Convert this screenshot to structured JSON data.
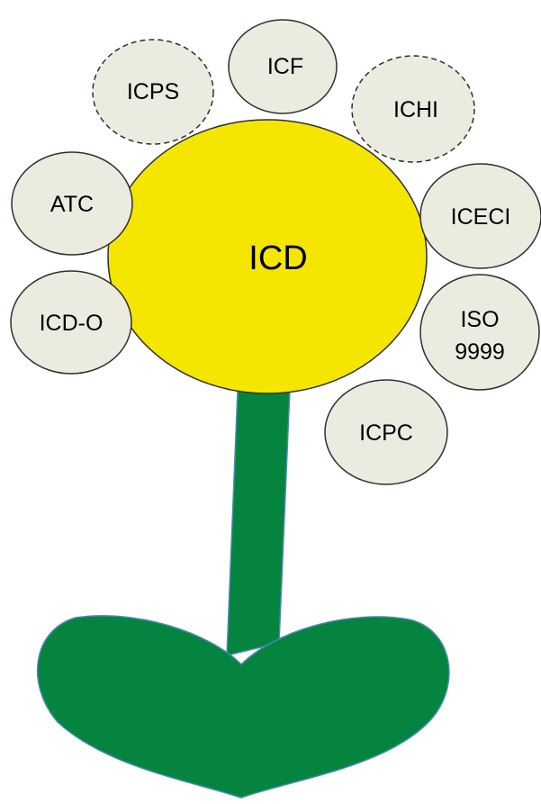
{
  "diagram": {
    "center": {
      "label": "ICD"
    },
    "petals": [
      {
        "id": "icf",
        "label": "ICF",
        "style": "solid"
      },
      {
        "id": "icps",
        "label": "ICPS",
        "style": "dashed"
      },
      {
        "id": "ichi",
        "label": "ICHI",
        "style": "dashed"
      },
      {
        "id": "atc",
        "label": "ATC",
        "style": "solid"
      },
      {
        "id": "iceci",
        "label": "ICECI",
        "style": "solid"
      },
      {
        "id": "icd-o",
        "label": "ICD-O",
        "style": "solid"
      },
      {
        "id": "iso",
        "label": "ISO 9999",
        "lines": [
          "ISO",
          "9999"
        ],
        "style": "solid"
      },
      {
        "id": "icpc",
        "label": "ICPC",
        "style": "solid"
      }
    ],
    "colors": {
      "petal_fill": "#ebebdf",
      "center_fill": "#f5e600",
      "stem_fill": "#058440",
      "outline": "#2f2f2f"
    }
  }
}
